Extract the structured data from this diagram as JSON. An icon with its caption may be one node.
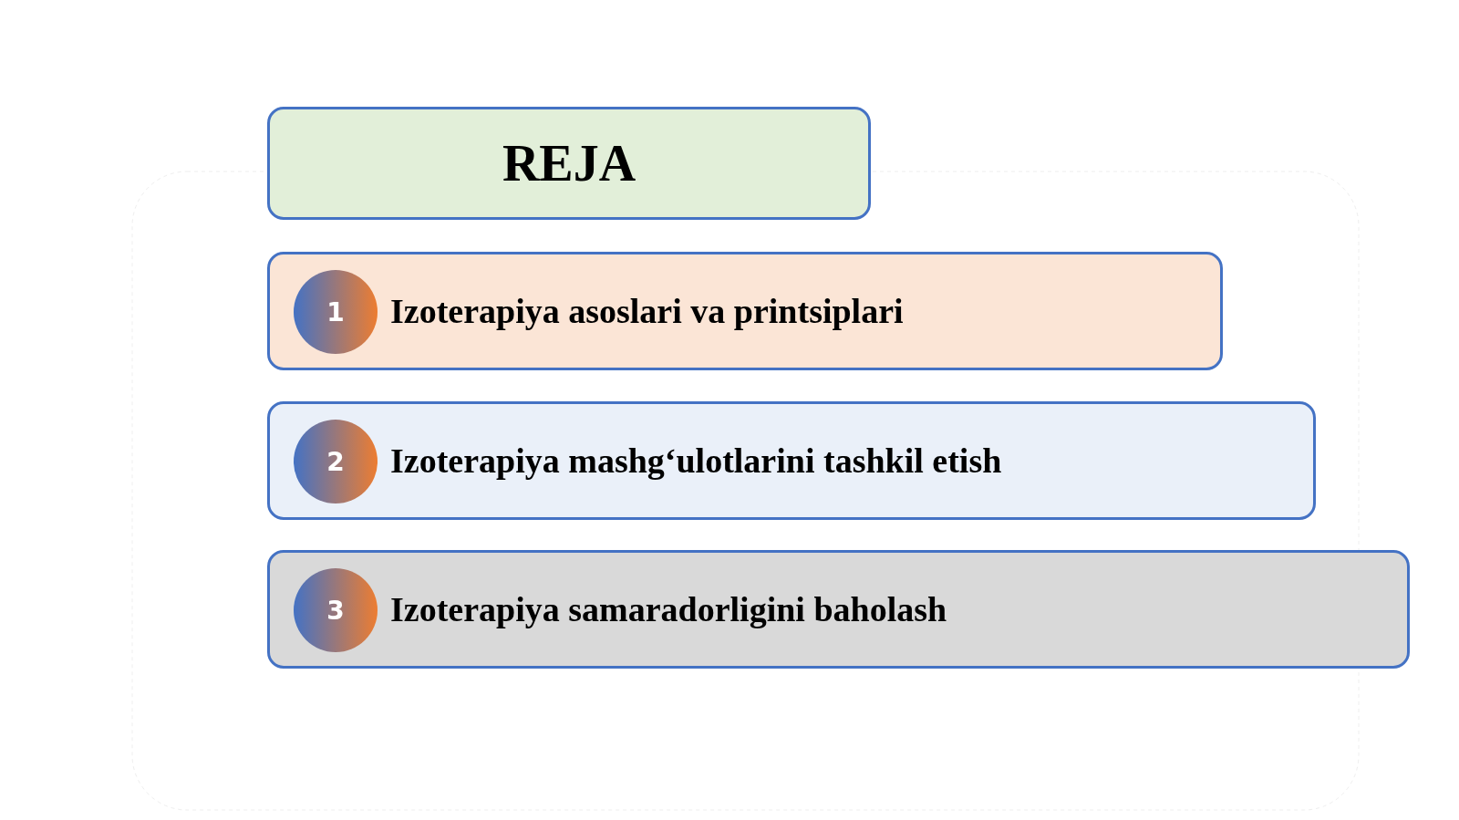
{
  "diagram": {
    "nodes": [
      {
        "text": [
          "REJA"
        ]
      },
      {
        "text": [
          "Izoterapiya asoslari va printsiplari"
        ]
      },
      {
        "text": [
          "1"
        ],
        "in": 1
      },
      {
        "text": [
          "Izoterapiya mashg‘ulotlarini tashkil etish"
        ]
      },
      {
        "text": [
          "2"
        ],
        "in": 3
      },
      {
        "text": [
          "Izoterapiya samaradorligini baholash"
        ]
      },
      {
        "text": [
          "3"
        ],
        "in": 5
      }
    ]
  }
}
